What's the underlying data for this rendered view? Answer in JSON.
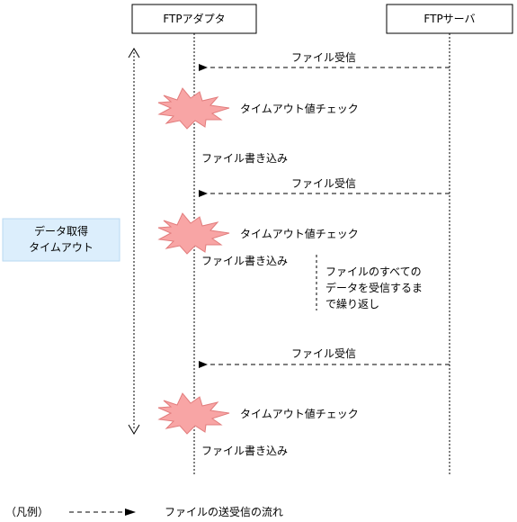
{
  "participants": {
    "adapter": "FTPアダプタ",
    "server": "FTPサーバ"
  },
  "timeout_box": {
    "line1": "データ取得",
    "line2": "タイムアウト"
  },
  "messages": {
    "receive_1": "ファイル受信",
    "receive_2": "ファイル受信",
    "receive_3": "ファイル受信"
  },
  "checks": {
    "check_1": "タイムアウト値チェック",
    "check_2": "タイムアウト値チェック",
    "check_3": "タイムアウト値チェック"
  },
  "writes": {
    "write_1": "ファイル書き込み",
    "write_2": "ファイル書き込み",
    "write_3": "ファイル書き込み"
  },
  "repeat_note": {
    "line1": "ファイルのすべての",
    "line2": "データを受信するま",
    "line3": "で繰り返し"
  },
  "legend": {
    "prefix": "（凡例）",
    "description": "ファイルの送受信の流れ"
  },
  "colors": {
    "burst_fill": "#f8a5a5",
    "burst_stroke": "#e27d7d",
    "timeout_box_fill": "#dceefc",
    "timeout_box_stroke": "#b9d9f2",
    "line": "#000000"
  }
}
